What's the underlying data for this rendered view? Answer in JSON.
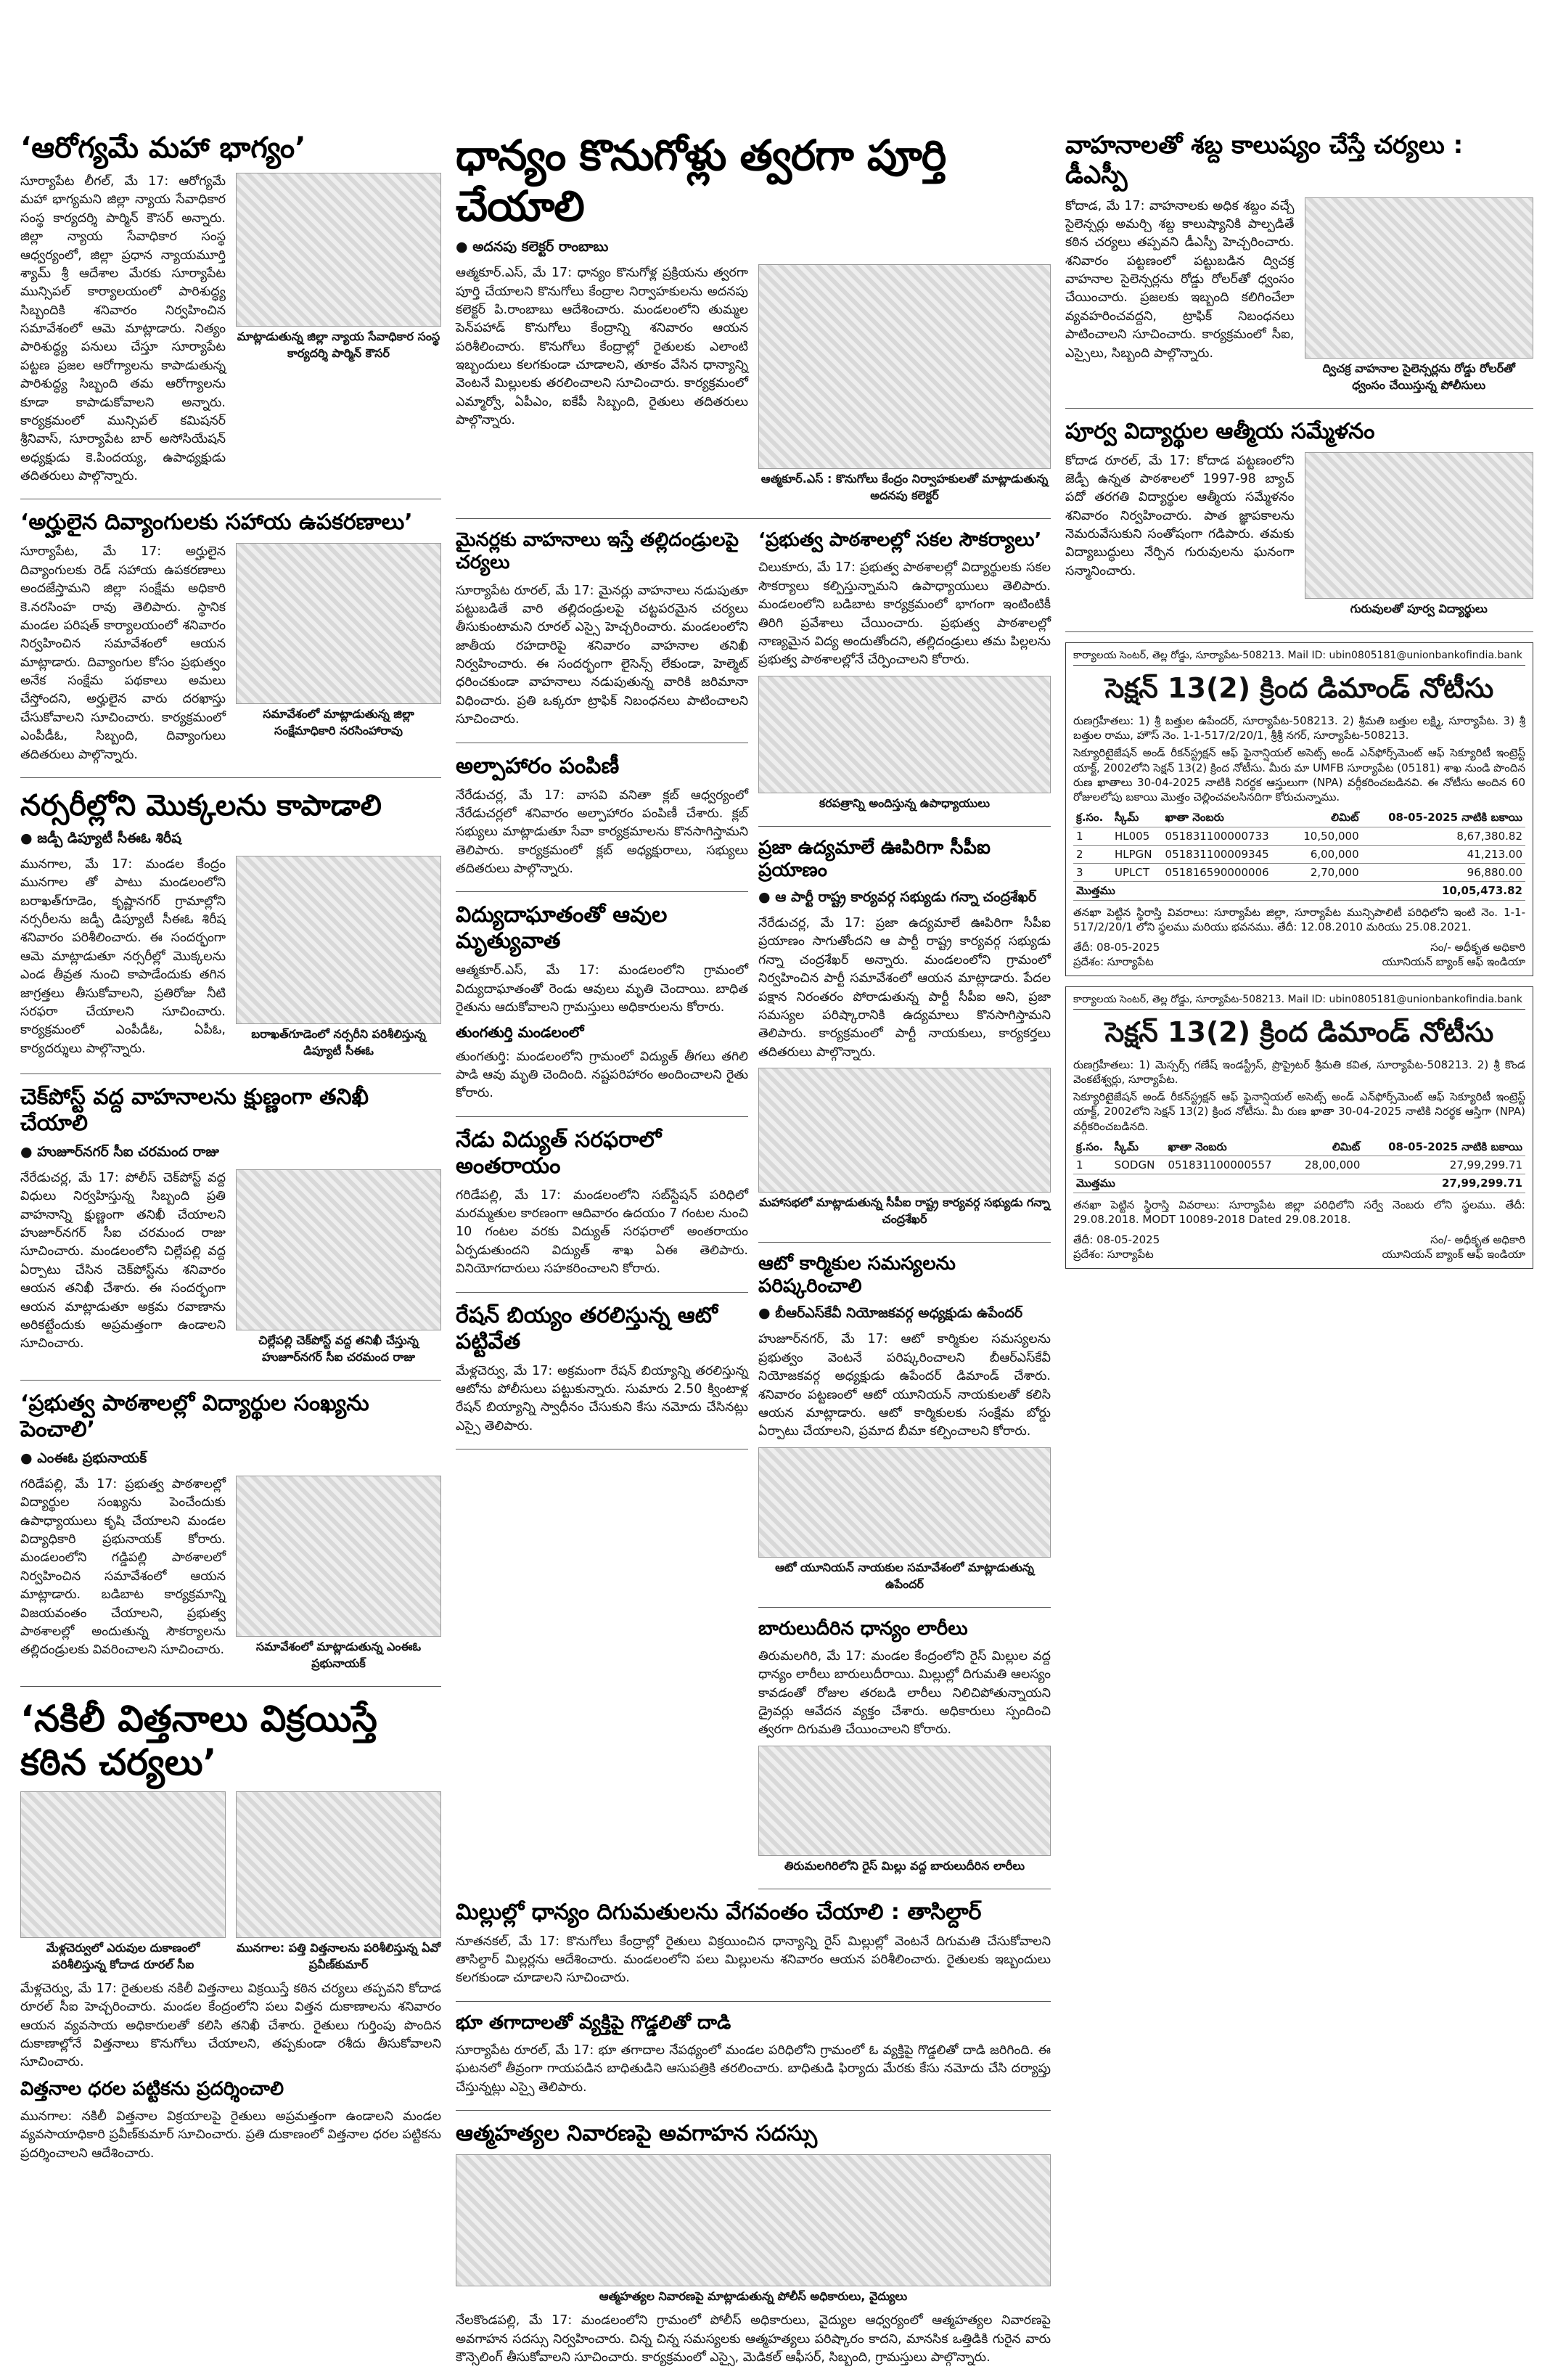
{
  "stories": {
    "s1": {
      "headline": "‘ఆరోగ్యమే మహా భాగ్యం’",
      "body": "సూర్యాపేట లీగల్‌, మే 17: ఆరోగ్యమే మహా భాగ్యమని జిల్లా న్యాయ సేవాధికార సంస్థ కార్యదర్శి పార్మిన్‌ కౌసర్‌ అన్నారు. జిల్లా న్యాయ సేవాధికార సంస్థ ఆధ్వర్యంలో, జిల్లా ప్రధాన న్యాయమూర్తి శ్యామ్‌ శ్రీ ఆదేశాల మేరకు సూర్యాపేట మున్సిపల్‌ కార్యాలయంలో పారిశుద్ధ్య సిబ్బందికి శనివారం నిర్వహించిన సమావేశంలో ఆమె మాట్లాడారు. నిత్యం పారిశుద్ధ్య పనులు చేస్తూ సూర్యాపేట పట్టణ ప్రజల ఆరోగ్యాలను కాపాడుతున్న పారిశుద్ధ్య సిబ్బంది తమ ఆరోగ్యాలను కూడా కాపాడుకోవాలని అన్నారు. కార్యక్రమంలో మున్సిపల్‌ కమిషనర్‌ శ్రీనివాస్‌, సూర్యాపేట బార్‌ అసోసియేషన్‌ అధ్యక్షుడు కె.పిందయ్య, ఉపాధ్యక్షుడు తదితరులు పాల్గొన్నారు.",
      "caption": "మాట్లాడుతున్న జిల్లా న్యాయ సేవాధికార సంస్థ కార్యదర్శి పార్మిన్‌ కౌసర్‌"
    },
    "s2": {
      "headline": "‘అర్హులైన దివ్యాంగులకు సహాయ ఉపకరణాలు’",
      "body": "సూర్యాపేట, మే 17: అర్హులైన దివ్యాంగులకు రెడ్‌ సహాయ ఉపకరణాలు అందజేస్తామని జిల్లా సంక్షేమ అధికారి కె.నరసింహ రావు తెలిపారు. స్థానిక మండల పరిషత్‌ కార్యాలయంలో శనివారం నిర్వహించిన సమావేశంలో ఆయన మాట్లాడారు. దివ్యాంగుల కోసం ప్రభుత్వం అనేక సంక్షేమ పథకాలు అమలు చేస్తోందని, అర్హులైన వారు దరఖాస్తు చేసుకోవాలని సూచించారు. కార్యక్రమంలో ఎంపీడీఓ, సిబ్బంది, దివ్యాంగులు తదితరులు పాల్గొన్నారు.",
      "caption": "సమావేశంలో మాట్లాడుతున్న జిల్లా సంక్షేమాధికారి నరసింహారావు"
    },
    "s3": {
      "headline": "నర్సరీల్లోని మొక్కలను కాపాడాలి",
      "byline": "జడ్పీ డిప్యూటీ సీఈఓ శిరీష",
      "body": "మునగాల, మే 17: మండల కేంద్రం మునగాల తో పాటు మండలంలోని బరాఖత్‌గూడెం, కృష్ణానగర్‌ గ్రామాల్లోని నర్సరీలను జడ్పీ డిప్యూటీ సీఈఓ శిరీష శనివారం పరిశీలించారు. ఈ సందర్భంగా ఆమె మాట్లాడుతూ నర్సరీల్లో మొక్కలను ఎండ తీవ్రత నుంచి కాపాడేందుకు తగిన జాగ్రత్తలు తీసుకోవాలని, ప్రతిరోజు నీటి సరఫరా చేయాలని సూచించారు. కార్యక్రమంలో ఎంపీడీఓ, ఏపీఓ, కార్యదర్శులు పాల్గొన్నారు.",
      "caption": "బరాఖత్‌గూడెంలో నర్సరీని పరిశీలిస్తున్న డిప్యూటీ సీఈఓ"
    },
    "s4": {
      "headline": "చెక్‌పోస్ట్‌ వద్ద వాహనాలను క్షుణ్ణంగా తనిఖీ చేయాలి",
      "byline": "హుజూర్‌నగర్‌ సీఐ చరమంద రాజు",
      "body": "నేరేడుచర్ల, మే 17: పోలీస్‌ చెక్‌పోస్ట్‌ వద్ద విధులు నిర్వహిస్తున్న సిబ్బంది ప్రతి వాహనాన్ని క్షుణ్ణంగా తనిఖీ చేయాలని హుజూర్‌నగర్‌ సీఐ చరమంద రాజు సూచించారు. మండలంలోని చిల్లేపల్లి వద్ద ఏర్పాటు చేసిన చెక్‌పోస్ట్‌ను శనివారం ఆయన తనిఖీ చేశారు. ఈ సందర్భంగా ఆయన మాట్లాడుతూ అక్రమ రవాణాను అరికట్టేందుకు అప్రమత్తంగా ఉండాలని సూచించారు.",
      "caption": "చిల్లేపల్లి చెక్‌పోస్ట్‌ వద్ద తనిఖీ చేస్తున్న హుజూర్‌నగర్‌ సీఐ చరమంద రాజు"
    },
    "s5": {
      "headline": "‘ప్రభుత్వ పాఠశాలల్లో విద్యార్థుల సంఖ్యను పెంచాలి’",
      "byline": "ఎంఈఓ ప్రభునాయక్‌",
      "body": "గరిడేపల్లి, మే 17: ప్రభుత్వ పాఠశాలల్లో విద్యార్థుల సంఖ్యను పెంచేందుకు ఉపాధ్యాయులు కృషి చేయాలని మండల విద్యాధికారి ప్రభునాయక్‌ కోరారు. మండలంలోని గడ్డిపల్లి పాఠశాలలో నిర్వహించిన సమావేశంలో ఆయన మాట్లాడారు. బడిబాట కార్యక్రమాన్ని విజయవంతం చేయాలని, ప్రభుత్వ పాఠశాలల్లో అందుతున్న సౌకర్యాలను తల్లిదండ్రులకు వివరించాలని సూచించారు.",
      "caption": "సమావేశంలో మాట్లాడుతున్న ఎంఈఓ ప్రభునాయక్‌"
    },
    "s6": {
      "headline": "‘నకిలీ విత్తనాలు విక్రయిస్తే కఠిన చర్యలు’",
      "caption": "మేళ్లచెర్వులో ఎరువుల దుకాణంలో పరిశీలిస్తున్న కోదాడ రూరల్‌ సీఐ",
      "caption2": "మునగాల: పత్తి విత్తనాలను పరిశీలిస్తున్న ఏవో ప్రవీణ్‌కుమార్‌",
      "body": "మేళ్లచెర్వు, మే 17: రైతులకు నకిలీ విత్తనాలు విక్రయిస్తే కఠిన చర్యలు తప్పవని కోదాడ రూరల్‌ సీఐ హెచ్చరించారు. మండల కేంద్రంలోని పలు విత్తన దుకాణాలను శనివారం ఆయన వ్యవసాయ అధికారులతో కలిసి తనిఖీ చేశారు. రైతులు గుర్తింపు పొందిన దుకాణాల్లోనే విత్తనాలు కొనుగోలు చేయాలని, తప్పకుండా రశీదు తీసుకోవాలని సూచించారు.",
      "sub": "విత్తనాల ధరల పట్టికను ప్రదర్శించాలి",
      "body2": "మునగాల: నకిలీ విత్తనాల విక్రయాలపై రైతులు అప్రమత్తంగా ఉండాలని మండల వ్యవసాయాధికారి ప్రవీణ్‌కుమార్‌ సూచించారు. ప్రతి దుకాణంలో విత్తనాల ధరల పట్టికను ప్రదర్శించాలని ఆదేశించారు."
    },
    "m1": {
      "headline": "ధాన్యం కొనుగోళ్లు త్వరగా పూర్తి చేయాలి",
      "byline": "అదనపు కలెక్టర్‌ రాంబాబు",
      "body": "ఆత్మకూర్‌.ఎస్‌, మే 17: ధాన్యం కొనుగోళ్ల ప్రక్రియను త్వరగా పూర్తి చేయాలని కొనుగోలు కేంద్రాల నిర్వాహకులను అదనపు కలెక్టర్‌ పి.రాంబాబు ఆదేశించారు. మండలంలోని తుమ్మల పెన్‌పహాడ్‌ కొనుగోలు కేంద్రాన్ని శనివారం ఆయన పరిశీలించారు. కొనుగోలు కేంద్రాల్లో రైతులకు ఎలాంటి ఇబ్బందులు కలగకుండా చూడాలని, తూకం వేసిన ధాన్యాన్ని వెంటనే మిల్లులకు తరలించాలని సూచించారు. కార్యక్రమంలో ఎమ్మార్వో, ఏపీఎం, ఐకేపీ సిబ్బంది, రైతులు తదితరులు పాల్గొన్నారు.",
      "caption": "ఆత్మకూర్‌.ఎస్‌ : కొనుగోలు కేంద్రం నిర్వాహకులతో మాట్లాడుతున్న అదనపు కలెక్టర్‌"
    },
    "m2": {
      "headline": "మైనర్లకు వాహనాలు ఇస్తే తల్లిదండ్రులపై చర్యలు",
      "body": "సూర్యాపేట రూరల్‌, మే 17: మైనర్లు వాహనాలు నడుపుతూ పట్టుబడితే వారి తల్లిదండ్రులపై చట్టపరమైన చర్యలు తీసుకుంటామని రూరల్‌ ఎస్సై హెచ్చరించారు. మండలంలోని జాతీయ రహదారిపై శనివారం వాహనాల తనిఖీ నిర్వహించారు. ఈ సందర్భంగా లైసెన్స్‌ లేకుండా, హెల్మెట్‌ ధరించకుండా వాహనాలు నడుపుతున్న వారికి జరిమానా విధించారు. ప్రతి ఒక్కరూ ట్రాఫిక్‌ నిబంధనలు పాటించాలని సూచించారు."
    },
    "m3": {
      "headline": "‘ప్రభుత్వ పాఠశాలల్లో సకల సౌకర్యాలు’",
      "body": "చిలుకూరు, మే 17: ప్రభుత్వ పాఠశాలల్లో విద్యార్థులకు సకల సౌకర్యాలు కల్పిస్తున్నామని ఉపాధ్యాయులు తెలిపారు. మండలంలోని బడిబాట కార్యక్రమంలో భాగంగా ఇంటింటికీ తిరిగి ప్రవేశాలు చేయించారు. ప్రభుత్వ పాఠశాలల్లో నాణ్యమైన విద్య అందుతోందని, తల్లిదండ్రులు తమ పిల్లలను ప్రభుత్వ పాఠశాలల్లోనే చేర్పించాలని కోరారు.",
      "caption": "కరపత్రాన్ని అందిస్తున్న ఉపాధ్యాయులు"
    },
    "m4": {
      "headline": "అల్పాహారం పంపిణీ",
      "body": "నేరేడుచర్ల, మే 17: వాసవి వనితా క్లబ్‌ ఆధ్వర్యంలో నేరేడుచర్లలో శనివారం అల్పాహారం పంపిణీ చేశారు. క్లబ్‌ సభ్యులు మాట్లాడుతూ సేవా కార్యక్రమాలను కొనసాగిస్తామని తెలిపారు. కార్యక్రమంలో క్లబ్‌ అధ్యక్షురాలు, సభ్యులు తదితరులు పాల్గొన్నారు."
    },
    "m5": {
      "headline": "విద్యుదాఘాతంతో ఆవుల మృత్యువాత",
      "body": "ఆత్మకూర్‌.ఎస్‌, మే 17: మండలంలోని గ్రామంలో విద్యుదాఘాతంతో రెండు ఆవులు మృతి చెందాయి. బాధిత రైతును ఆదుకోవాలని గ్రామస్తులు అధికారులను కోరారు.",
      "sub": "తుంగతుర్తి మండలంలో",
      "body2": "తుంగతుర్తి: మండలంలోని గ్రామంలో విద్యుత్‌ తీగలు తగిలి పాడి ఆవు మృతి చెందింది. నష్టపరిహారం అందించాలని రైతు కోరారు."
    },
    "m6": {
      "headline": "నేడు విద్యుత్‌ సరఫరాలో అంతరాయం",
      "body": "గరిడేపల్లి, మే 17: మండలంలోని సబ్‌స్టేషన్‌ పరిధిలో మరమ్మతుల కారణంగా ఆదివారం ఉదయం 7 గంటల నుంచి 10 గంటల వరకు విద్యుత్‌ సరఫరాలో అంతరాయం ఏర్పడుతుందని విద్యుత్‌ శాఖ ఏఈ తెలిపారు. వినియోగదారులు సహకరించాలని కోరారు."
    },
    "m7": {
      "headline": "రేషన్‌ బియ్యం తరలిస్తున్న ఆటో పట్టివేత",
      "body": "మేళ్లచెర్వు, మే 17: అక్రమంగా రేషన్‌ బియ్యాన్ని తరలిస్తున్న ఆటోను పోలీసులు పట్టుకున్నారు. సుమారు 2.50 క్వింటాళ్ల రేషన్‌ బియ్యాన్ని స్వాధీనం చేసుకుని కేసు నమోదు చేసినట్లు ఎస్సై తెలిపారు."
    },
    "m8": {
      "headline": "ప్రజా ఉద్యమాలే ఊపిరిగా సీపీఐ ప్రయాణం",
      "byline": "ఆ పార్టీ రాష్ట్ర కార్యవర్గ సభ్యుడు గన్నా చంద్రశేఖర్‌",
      "body": "నేరేడుచర్ల, మే 17: ప్రజా ఉద్యమాలే ఊపిరిగా సీపీఐ ప్రయాణం సాగుతోందని ఆ పార్టీ రాష్ట్ర కార్యవర్గ సభ్యుడు గన్నా చంద్రశేఖర్‌ అన్నారు. మండలంలోని గ్రామంలో నిర్వహించిన పార్టీ సమావేశంలో ఆయన మాట్లాడారు. పేదల పక్షాన నిరంతరం పోరాడుతున్న పార్టీ సీపీఐ అని, ప్రజా సమస్యల పరిష్కారానికి ఉద్యమాలు కొనసాగిస్తామని తెలిపారు. కార్యక్రమంలో పార్టీ నాయకులు, కార్యకర్తలు తదితరులు పాల్గొన్నారు.",
      "caption": "మహాసభలో మాట్లాడుతున్న సీపీఐ రాష్ట్ర కార్యవర్గ సభ్యుడు గన్నా చంద్రశేఖర్‌"
    },
    "m9": {
      "headline": "ఆటో కార్మికుల సమస్యలను పరిష్కరించాలి",
      "byline": "బీఆర్‌ఎస్‌కేవీ నియోజకవర్గ అధ్యక్షుడు ఉపేందర్‌",
      "body": "హుజూర్‌నగర్‌, మే 17: ఆటో కార్మికుల సమస్యలను ప్రభుత్వం వెంటనే పరిష్కరించాలని బీఆర్‌ఎస్‌కేవీ నియోజకవర్గ అధ్యక్షుడు ఉపేందర్‌ డిమాండ్‌ చేశారు. శనివారం పట్టణంలో ఆటో యూనియన్‌ నాయకులతో కలిసి ఆయన మాట్లాడారు. ఆటో కార్మికులకు సంక్షేమ బోర్డు ఏర్పాటు చేయాలని, ప్రమాద బీమా కల్పించాలని కోరారు.",
      "caption": "ఆటో యూనియన్‌ నాయకుల సమావేశంలో మాట్లాడుతున్న ఉపేందర్‌"
    },
    "m10": {
      "headline": "బారులుదీరిన ధాన్యం లారీలు",
      "body": "తిరుమలగిరి, మే 17: మండల కేంద్రంలోని రైస్‌ మిల్లుల వద్ద ధాన్యం లారీలు బారులుదీరాయి. మిల్లుల్లో దిగుమతి ఆలస్యం కావడంతో రోజుల తరబడి లారీలు నిలిచిపోతున్నాయని డ్రైవర్లు ఆవేదన వ్యక్తం చేశారు. అధికారులు స్పందించి త్వరగా దిగుమతి చేయించాలని కోరారు.",
      "caption": "తిరుమలగిరిలోని రైస్‌ మిల్లు వద్ద బారులుదీరిన లారీలు"
    },
    "m11": {
      "headline": "మిల్లుల్లో ధాన్యం దిగుమతులను వేగవంతం చేయాలి : తాసిల్దార్‌",
      "body": "నూతనకల్‌, మే 17: కొనుగోలు కేంద్రాల్లో రైతులు విక్రయించిన ధాన్యాన్ని రైస్‌ మిల్లుల్లో వెంటనే దిగుమతి చేసుకోవాలని తాసిల్దార్‌ మిల్లర్లను ఆదేశించారు. మండలంలోని పలు మిల్లులను శనివారం ఆయన పరిశీలించారు. రైతులకు ఇబ్బందులు కలగకుండా చూడాలని సూచించారు."
    },
    "m12": {
      "headline": "భూ తగాదాలతో వ్యక్తిపై గొడ్డలితో దాడి",
      "body": "సూర్యాపేట రూరల్‌, మే 17: భూ తగాదాల నేపథ్యంలో మండల పరిధిలోని గ్రామంలో ఓ వ్యక్తిపై గొడ్డలితో దాడి జరిగింది. ఈ ఘటనలో తీవ్రంగా గాయపడిన బాధితుడిని ఆసుపత్రికి తరలించారు. బాధితుడి ఫిర్యాదు మేరకు కేసు నమోదు చేసి దర్యాప్తు చేస్తున్నట్లు ఎస్సై తెలిపారు."
    },
    "m13": {
      "headline": "ఆత్మహత్యల నివారణపై అవగాహన సదస్సు",
      "caption": "ఆత్మహత్యల నివారణపై మాట్లాడుతున్న పోలీస్‌ అధికారులు, వైద్యులు",
      "body": "నేలకొండపల్లి, మే 17: మండలంలోని గ్రామంలో పోలీస్‌ అధికారులు, వైద్యుల ఆధ్వర్యంలో ఆత్మహత్యల నివారణపై అవగాహన సదస్సు నిర్వహించారు. చిన్న చిన్న సమస్యలకు ఆత్మహత్యలు పరిష్కారం కాదని, మానసిక ఒత్తిడికి గురైన వారు కౌన్సెలింగ్‌ తీసుకోవాలని సూచించారు. కార్యక్రమంలో ఎస్సై, మెడికల్‌ ఆఫీసర్‌, సిబ్బంది, గ్రామస్తులు పాల్గొన్నారు."
    },
    "r1": {
      "headline": "వాహనాలతో శబ్ద కాలుష్యం చేస్తే చర్యలు : డీఎస్పీ",
      "body": "కోదాడ, మే 17: వాహనాలకు అధిక శబ్దం వచ్చే సైలెన్సర్లు అమర్చి శబ్ద కాలుష్యానికి పాల్పడితే కఠిన చర్యలు తప్పవని డీఎస్పీ హెచ్చరించారు. శనివారం పట్టణంలో పట్టుబడిన ద్విచక్ర వాహనాల సైలెన్సర్లను రోడ్డు రోలర్‌తో ధ్వంసం చేయించారు. ప్రజలకు ఇబ్బంది కలిగించేలా వ్యవహరించవద్దని, ట్రాఫిక్‌ నిబంధనలు పాటించాలని సూచించారు. కార్యక్రమంలో సీఐ, ఎస్సైలు, సిబ్బంది పాల్గొన్నారు.",
      "caption": "ద్విచక్ర వాహనాల సైలెన్సర్లను రోడ్డు రోలర్‌తో ధ్వంసం చేయిస్తున్న పోలీసులు"
    },
    "r2": {
      "headline": "పూర్వ విద్యార్థుల ఆత్మీయ సమ్మేళనం",
      "body": "కోదాడ రూరల్‌, మే 17: కోదాడ పట్టణంలోని జెడ్పీ ఉన్నత పాఠశాలలో 1997-98 బ్యాచ్‌ పదో తరగతి విద్యార్థుల ఆత్మీయ సమ్మేళనం శనివారం నిర్వహించారు. పాత జ్ఞాపకాలను నెమరువేసుకుని సంతోషంగా గడిపారు. తమకు విద్యాబుద్ధులు నేర్పిన గురువులను ఘనంగా సన్మానించారు.",
      "caption": "గురువులతో పూర్వ విద్యార్థులు"
    },
    "n1": {
      "top": "కార్యాలయ సెంటర్‌, తెల్ల రోడ్డు, సూర్యాపేట-508213. Mail ID: ubin0805181@unionbankofindia.bank",
      "title": "సెక్షన్‌ 13(2) క్రింద డిమాండ్‌ నోటీసు",
      "text1": "రుణగ్రహీతలు: 1) శ్రీ బత్తుల ఉపేందర్‌, సూర్యాపేట-508213. 2) శ్రీమతి బత్తుల లక్ష్మి, సూర్యాపేట. 3) శ్రీ బత్తుల రాము, హౌస్‌ నెం. 1-1-517/2/20/1, శ్రీశ్రీ నగర్‌, సూర్యాపేట-508213.",
      "text2": "సెక్యూరిటైజేషన్‌ అండ్‌ రీకన్‌స్ట్రక్షన్‌ ఆఫ్‌ ఫైనాన్షియల్‌ అసెట్స్‌ అండ్‌ ఎన్‌ఫోర్స్‌మెంట్‌ ఆఫ్‌ సెక్యూరిటీ ఇంట్రెస్ట్‌ యాక్ట్‌, 2002లోని సెక్షన్‌ 13(2) క్రింద నోటీసు. మీరు మా UMFB సూర్యాపేట (05181) శాఖ నుండి పొందిన రుణ ఖాతాలు 30-04-2025 నాటికి నిరర్థక ఆస్తులుగా (NPA) వర్గీకరించబడినవి. ఈ నోటీసు అందిన 60 రోజులలోపు బకాయి మొత్తం చెల్లించవలసినదిగా కోరుచున్నాము.",
      "table_head": [
        "క్ర.సం.",
        "స్కీమ్‌",
        "ఖాతా నెంబరు",
        "లిమిట్‌",
        "08-05-2025 నాటికి బకాయి"
      ],
      "rows": [
        [
          "1",
          "HL005",
          "051831100000733",
          "10,50,000",
          "8,67,380.82"
        ],
        [
          "2",
          "HLPGN",
          "051831100009345",
          "6,00,000",
          "41,213.00"
        ],
        [
          "3",
          "UPLCT",
          "051816590000006",
          "2,70,000",
          "96,880.00"
        ]
      ],
      "total_label": "మొత్తము",
      "total": "10,05,473.82",
      "text3": "తనఖా పెట్టిన స్థిరాస్తి వివరాలు: సూర్యాపేట జిల్లా, సూర్యాపేట మున్సిపాలిటీ పరిధిలోని ఇంటి నెం. 1-1-517/2/20/1 లోని స్థలము మరియు భవనము. తేదీ: 12.08.2010 మరియు 25.08.2021.",
      "date": "తేదీ: 08-05-2025",
      "place": "ప్రదేశం: సూర్యాపేట",
      "sign1": "సం/- అధీకృత అధికారి",
      "sign2": "యూనియన్‌ బ్యాంక్‌ ఆఫ్‌ ఇండియా"
    },
    "n2": {
      "top": "కార్యాలయ సెంటర్‌, తెల్ల రోడ్డు, సూర్యాపేట-508213. Mail ID: ubin0805181@unionbankofindia.bank",
      "title": "సెక్షన్‌ 13(2) క్రింద డిమాండ్‌ నోటీసు",
      "text1": "రుణగ్రహీతలు: 1) మెస్సర్స్‌ గణేష్‌ ఇండస్ట్రీస్‌, ప్రొప్రైటర్‌ శ్రీమతి కవిత, సూర్యాపేట-508213. 2) శ్రీ కొండ వెంకటేశ్వర్లు, సూర్యాపేట.",
      "text2": "సెక్యూరిటైజేషన్‌ అండ్‌ రీకన్‌స్ట్రక్షన్‌ ఆఫ్‌ ఫైనాన్షియల్‌ అసెట్స్‌ అండ్‌ ఎన్‌ఫోర్స్‌మెంట్‌ ఆఫ్‌ సెక్యూరిటీ ఇంట్రెస్ట్‌ యాక్ట్‌, 2002లోని సెక్షన్‌ 13(2) క్రింద నోటీసు. మీ రుణ ఖాతా 30-04-2025 నాటికి నిరర్థక ఆస్తిగా (NPA) వర్గీకరించబడినది.",
      "table_head": [
        "క్ర.సం.",
        "స్కీమ్‌",
        "ఖాతా నెంబరు",
        "లిమిట్‌",
        "08-05-2025 నాటికి బకాయి"
      ],
      "rows": [
        [
          "1",
          "SODGN",
          "051831100000557",
          "28,00,000",
          "27,99,299.71"
        ]
      ],
      "total_label": "మొత్తము",
      "total": "27,99,299.71",
      "text3": "తనఖా పెట్టిన స్థిరాస్తి వివరాలు: సూర్యాపేట జిల్లా పరిధిలోని సర్వే నెంబరు లోని స్థలము. తేదీ: 29.08.2018. MODT 10089-2018 Dated 29.08.2018.",
      "date": "తేదీ: 08-05-2025",
      "place": "ప్రదేశం: సూర్యాపేట",
      "sign1": "సం/- అధీకృత అధికారి",
      "sign2": "యూనియన్‌ బ్యాంక్‌ ఆఫ్‌ ఇండియా"
    }
  }
}
